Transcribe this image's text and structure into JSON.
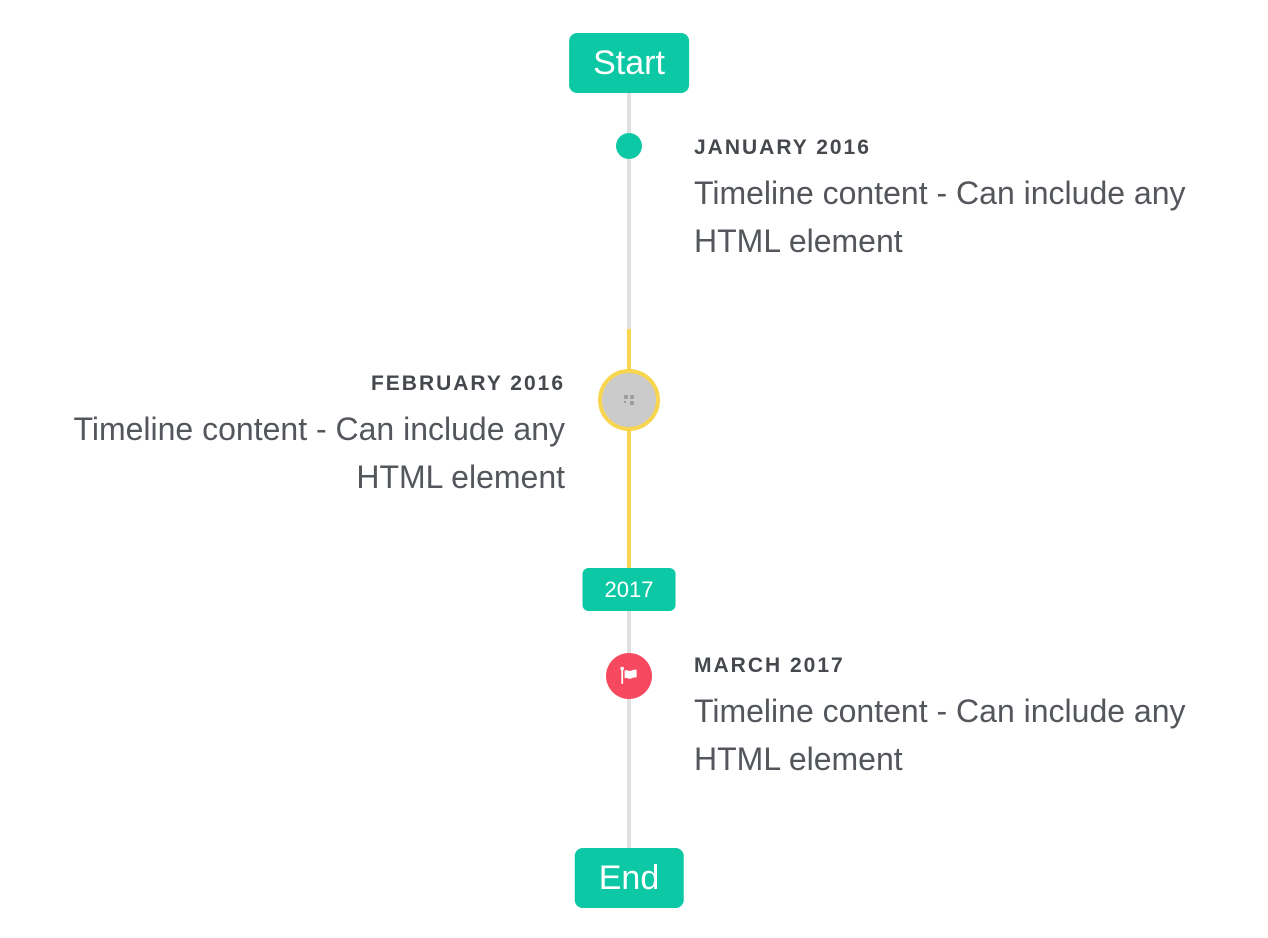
{
  "colors": {
    "accent_teal": "#0dc8a4",
    "accent_red": "#f6485f",
    "accent_yellow": "#f8d54e",
    "line_gray": "#e0e0e0",
    "marker_gray_fill": "#cbcbcb",
    "title_text": "#45484d",
    "content_text": "#53575c",
    "badge_text": "#ffffff"
  },
  "timeline": {
    "start_label": "Start",
    "end_label": "End",
    "events": [
      {
        "title": "JANUARY 2016",
        "content": "Timeline content - Can include any HTML element",
        "side": "right",
        "marker": "teal-dot"
      },
      {
        "title": "FEBRUARY 2016",
        "content": "Timeline content - Can include any HTML element",
        "side": "left",
        "marker": "gray-circle-yellow-ring",
        "marker_icon": "broken-image"
      },
      {
        "period_label": "2017"
      },
      {
        "title": "MARCH 2017",
        "content": "Timeline content - Can include any HTML element",
        "side": "right",
        "marker": "red-circle",
        "marker_icon": "flag"
      }
    ]
  }
}
